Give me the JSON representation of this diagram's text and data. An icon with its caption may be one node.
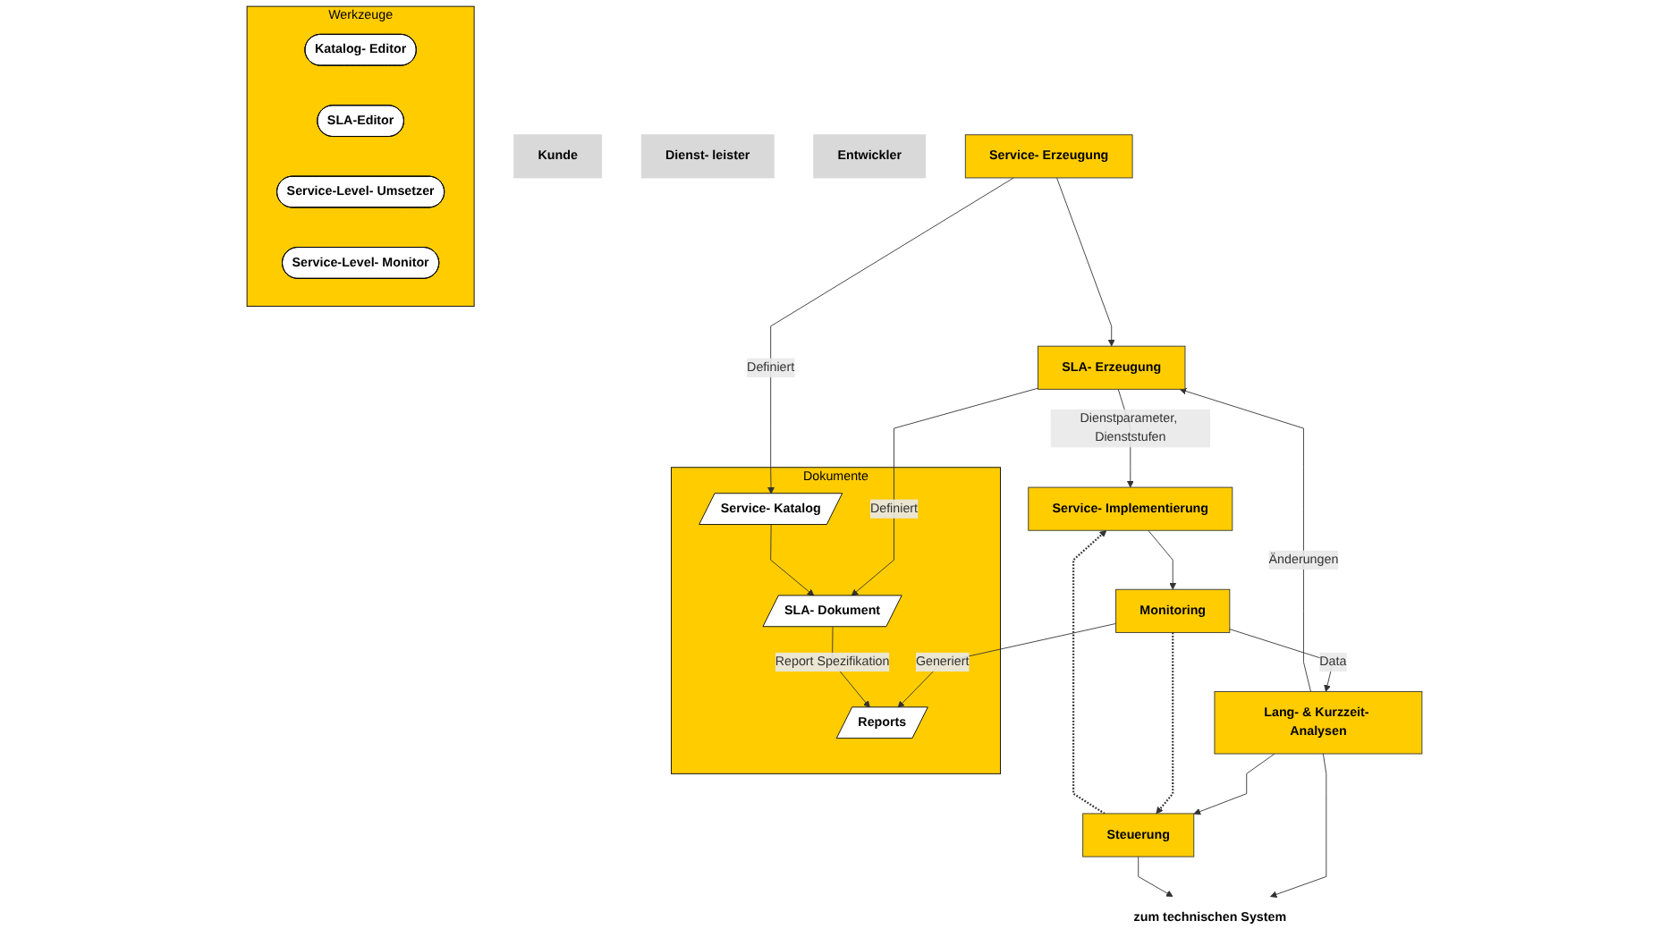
{
  "diagram": {
    "nodes": [
      {
        "text": [
          "Kunde"
        ]
      },
      {
        "text": [
          "Dienst- leister"
        ]
      },
      {
        "text": [
          "Entwickler"
        ]
      },
      {
        "text": [
          "Service- Erzeugung"
        ]
      },
      {
        "text": [
          "SLA- Erzeugung"
        ]
      },
      {
        "text": [
          "Service- Implementierung"
        ]
      },
      {
        "text": [
          "Monitoring"
        ]
      },
      {
        "text": [
          "Lang- & Kurzzeit- Analysen"
        ]
      },
      {
        "text": [
          "Steuerung"
        ]
      },
      {
        "text": [
          "zum technischen System"
        ]
      },
      {
        "text": [
          "Dokumente"
        ]
      },
      {
        "text": [
          "Service- Katalog"
        ],
        "in": 10
      },
      {
        "text": [
          "SLA- Dokument"
        ],
        "in": 10
      },
      {
        "text": [
          "Reports"
        ],
        "in": 10
      },
      {
        "text": [
          "Werkzeuge"
        ]
      },
      {
        "text": [
          "Katalog- Editor"
        ],
        "in": 14
      },
      {
        "text": [
          "SLA-Editor"
        ],
        "in": 14
      },
      {
        "text": [
          "Service-Level- Umsetzer"
        ],
        "in": 14
      },
      {
        "text": [
          "Service-Level- Monitor"
        ],
        "in": 14
      }
    ],
    "edges": [
      {
        "from": 3,
        "to": 4,
        "arrow": "to"
      },
      {
        "from": 7,
        "to": 4,
        "arrow": "to",
        "label": "Änderungen"
      },
      {
        "from": 8,
        "to": 5,
        "arrow": "to",
        "style": "dashed"
      },
      {
        "from": 5,
        "to": 6,
        "arrow": "to"
      },
      {
        "from": 6,
        "to": 7,
        "arrow": "to",
        "label": "Data"
      },
      {
        "from": 7,
        "to": 8,
        "arrow": "to"
      },
      {
        "from": 6,
        "to": 8,
        "arrow": "to",
        "style": "dashed"
      },
      {
        "from": 7,
        "to": 9,
        "arrow": "to"
      },
      {
        "from": 8,
        "to": 9,
        "arrow": "to"
      },
      {
        "from": 3,
        "to": 11,
        "arrow": "to",
        "label": "Definiert"
      },
      {
        "from": 4,
        "to": 12,
        "arrow": "to",
        "label": "Definiert"
      },
      {
        "from": 4,
        "to": 5,
        "arrow": "to",
        "label": "Dienstparameter, Dienststufen"
      },
      {
        "from": 6,
        "to": 13,
        "arrow": "to",
        "label": "Generiert"
      },
      {
        "from": 11,
        "to": 12,
        "arrow": "to"
      },
      {
        "from": 12,
        "to": 13,
        "arrow": "to",
        "label": "Report Spezifikation"
      }
    ]
  }
}
